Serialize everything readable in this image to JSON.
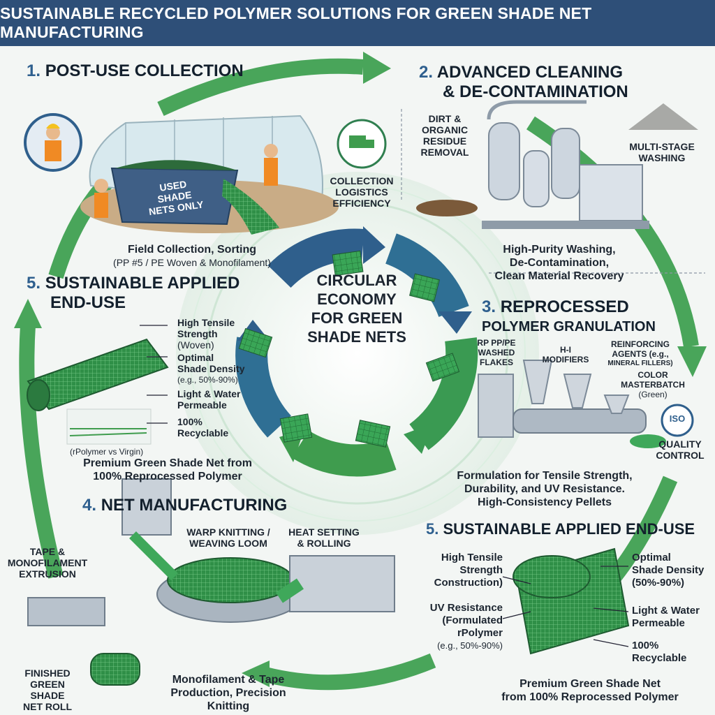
{
  "title": "SUSTAINABLE RECYCLED POLYMER SOLUTIONS FOR GREEN SHADE NET MANUFACTURING",
  "center": {
    "line1": "CIRCULAR",
    "line2": "ECONOMY",
    "line3": "FOR GREEN",
    "line4": "SHADE NETS"
  },
  "step1": {
    "number": "1.",
    "title": "POST-USE COLLECTION",
    "bin_label_1": "USED SHADE",
    "bin_label_2": "NETS ONLY",
    "logistics_1": "COLLECTION",
    "logistics_2": "LOGISTICS",
    "logistics_3": "EFFICIENCY",
    "caption_1": "Field Collection, Sorting",
    "caption_2": "(PP #5 / PE Woven & Monofilament)"
  },
  "step2": {
    "number": "2.",
    "title_1": "ADVANCED CLEANING",
    "title_2": "& DE-CONTAMINATION",
    "dirt_1": "DIRT &",
    "dirt_2": "ORGANIC",
    "dirt_3": "RESIDUE",
    "dirt_4": "REMOVAL",
    "washing_1": "MULTI-STAGE",
    "washing_2": "WASHING",
    "caption_1": "High-Purity Washing,",
    "caption_2": "De-Contamination,",
    "caption_3": "Clean Material Recovery"
  },
  "step3": {
    "number": "3.",
    "title_1": "REPROCESSED",
    "title_2": "POLYMER GRANULATION",
    "flakes_1": "RP PP/PE",
    "flakes_2": "WASHED",
    "flakes_3": "FLAKES",
    "modifiers_1": "H-I",
    "modifiers_2": "MODIFIERS",
    "agents_1": "REINFORCING",
    "agents_2": "AGENTS (e.g.,",
    "agents_3": "MINERAL FILLERS)",
    "masterbatch_1": "COLOR",
    "masterbatch_2": "MASTERBATCH",
    "masterbatch_3": "(Green)",
    "iso": "ISO",
    "quality_1": "QUALITY",
    "quality_2": "CONTROL",
    "caption_1": "Formulation for Tensile Strength,",
    "caption_2": "Durability, and UV Resistance.",
    "caption_3": "High-Consistency Pellets"
  },
  "step4": {
    "number": "4.",
    "title": "NET MANUFACTURING",
    "extrusion_1": "TAPE &",
    "extrusion_2": "MONOFILAMENT",
    "extrusion_3": "EXTRUSION",
    "loom_1": "WARP KNITTING /",
    "loom_2": "WEAVING LOOM",
    "heat_1": "HEAT SETTING",
    "heat_2": "& ROLLING",
    "roll_1": "FINISHED",
    "roll_2": "GREEN SHADE",
    "roll_3": "NET ROLL",
    "caption_1": "Monofilament & Tape",
    "caption_2": "Production, Precision Knitting"
  },
  "step5_left": {
    "number": "5.",
    "title_1": "SUSTAINABLE APPLIED",
    "title_2": "END-USE",
    "tensile_1": "High Tensile",
    "tensile_2": "Strength",
    "tensile_3": "(Woven)",
    "shade_1": "Optimal",
    "shade_2": "Shade Density",
    "shade_3": "(e.g., 50%-90%)",
    "light_1": "Light & Water",
    "light_2": "Permeable",
    "recycle_1": "100%",
    "recycle_2": "Recyclable",
    "chart_label": "(rPolymer vs Virgin)",
    "caption_1": "Premium Green Shade Net from",
    "caption_2": "100% Reprocessed Polymer"
  },
  "step5_right": {
    "number": "5.",
    "title": "SUSTAINABLE APPLIED END-USE",
    "tensile_1": "High Tensile",
    "tensile_2": "Strength",
    "tensile_3": "Construction)",
    "uv_1": "UV Resistance",
    "uv_2": "(Formulated",
    "uv_3": "rPolymer",
    "uv_4": "(e.g., 50%-90%)",
    "shade_1": "Optimal",
    "shade_2": "Shade Density",
    "shade_3": "(50%-90%)",
    "light_1": "Light & Water",
    "light_2": "Permeable",
    "recycle_1": "100%",
    "recycle_2": "Recyclable",
    "caption_1": "Premium Green Shade Net",
    "caption_2": "from 100% Reprocessed Polymer"
  },
  "colors": {
    "banner": "#2e4f78",
    "green": "#3f9c4e",
    "blue": "#2f5f8c",
    "net": "#2f8f47"
  }
}
